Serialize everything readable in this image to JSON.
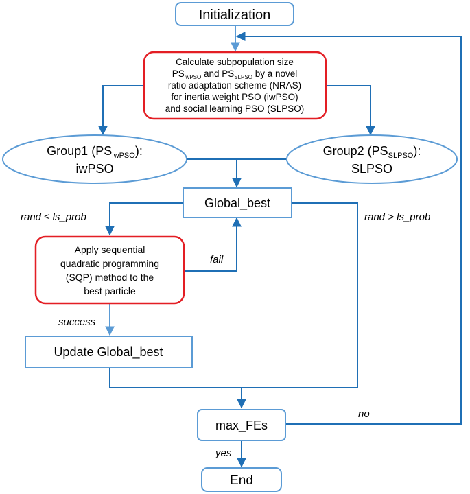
{
  "nodes": {
    "initialization": {
      "label": "Initialization"
    },
    "nras": {
      "line1": "Calculate subpopulation size",
      "line2_ps1": "PS",
      "line2_sub1": "iwPSO",
      "line2_and": " and ",
      "line2_ps2": "PS",
      "line2_sub2": "SLPSO",
      "line2_tail": " by a novel",
      "line3": "ratio adaptation scheme (NRAS)",
      "line4": "for inertia weight PSO (iwPSO)",
      "line5": "and social learning PSO (SLPSO)"
    },
    "group1": {
      "prefix": "Group1 (PS",
      "sub": "iwPSO",
      "suffix": "):",
      "line2": "iwPSO"
    },
    "group2": {
      "prefix": "Group2 (PS",
      "sub": "SLPSO",
      "suffix": "):",
      "line2": "SLPSO"
    },
    "global_best": {
      "label": "Global_best"
    },
    "sqp": {
      "line1": "Apply sequential",
      "line2": "quadratic programming",
      "line3": "(SQP) method to the",
      "line4": "best particle"
    },
    "update": {
      "label": "Update Global_best"
    },
    "max_fes": {
      "label": "max_FEs"
    },
    "end": {
      "label": "End"
    }
  },
  "edge_labels": {
    "rand_le": "rand ≤ ls_prob",
    "rand_gt": "rand > ls_prob",
    "fail": "fail",
    "success": "success",
    "no": "no",
    "yes": "yes"
  },
  "colors": {
    "box_border": "#5b9bd5",
    "highlight_border": "#e31e24",
    "arrow_dark": "#1f6fb5",
    "arrow_light": "#5b9bd5"
  }
}
